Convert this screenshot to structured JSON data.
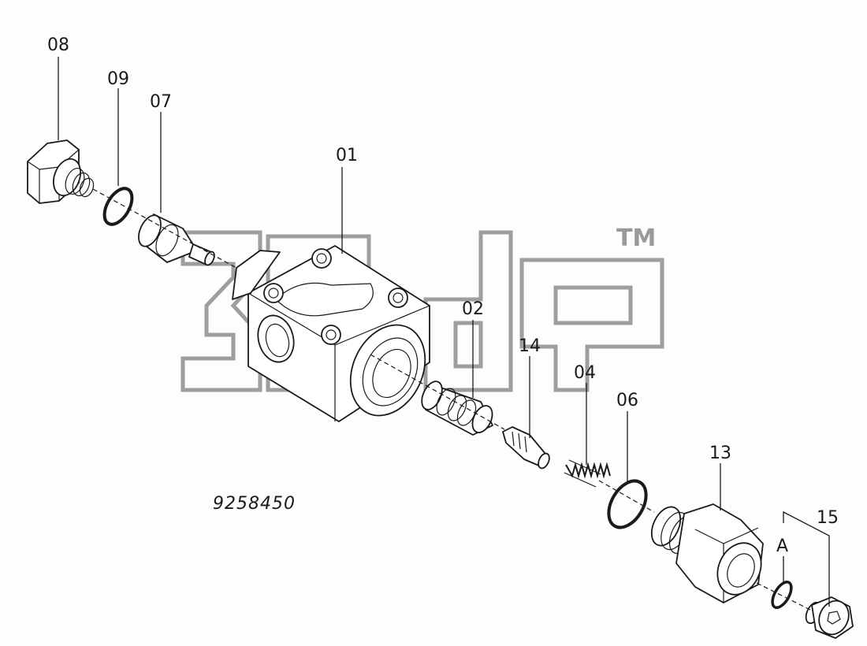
{
  "drawing_number": "9258450",
  "watermark_trademark": "TM",
  "watermark_letters": "3Bdp",
  "callouts": {
    "p01": "01",
    "p02": "02",
    "p04": "04",
    "p06": "06",
    "p07": "07",
    "p08": "08",
    "p09": "09",
    "p13": "13",
    "p14": "14",
    "p15": "15",
    "detail_a": "A"
  }
}
